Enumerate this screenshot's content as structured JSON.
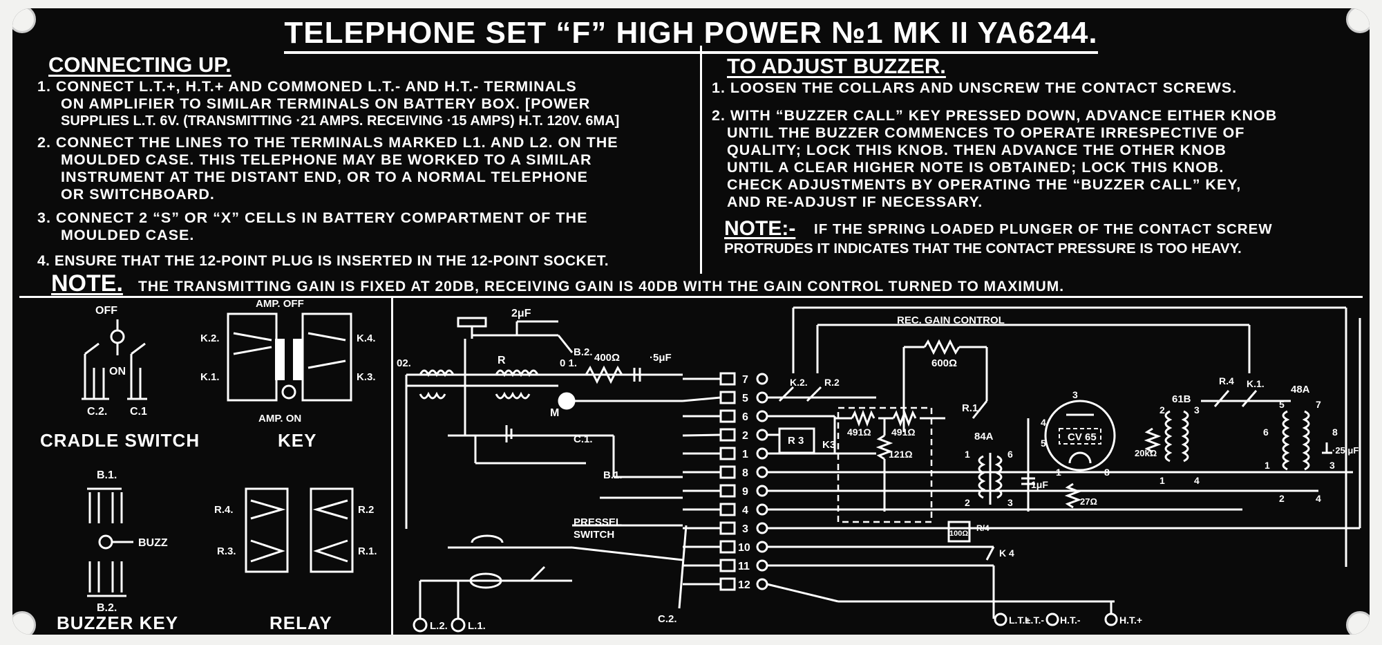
{
  "title": "TELEPHONE SET “F” HIGH POWER №1 MK II YA6244.",
  "connecting": {
    "heading": "CONNECTING UP.",
    "lines": [
      "1. CONNECT L.T.+, H.T.+ AND COMMONED L.T.- AND H.T.- TERMINALS",
      "ON AMPLIFIER TO SIMILAR TERMINALS ON BATTERY BOX. [POWER",
      "SUPPLIES L.T. 6V. (TRANSMITTING ·21 AMPS. RECEIVING ·15 AMPS) H.T. 120V. 6mA]",
      "2. CONNECT THE LINES TO THE TERMINALS MARKED L1. AND L2. ON THE",
      "MOULDED CASE. THIS TELEPHONE MAY BE WORKED TO A SIMILAR",
      "INSTRUMENT AT THE DISTANT END, OR TO A NORMAL TELEPHONE",
      "OR SWITCHBOARD.",
      "3. CONNECT 2 “S” OR “X” CELLS IN BATTERY COMPARTMENT OF THE",
      "MOULDED CASE.",
      "4. ENSURE THAT THE 12-POINT PLUG IS INSERTED IN THE 12-POINT SOCKET."
    ]
  },
  "buzzer": {
    "heading": "TO ADJUST BUZZER.",
    "lines": [
      "1. LOOSEN THE COLLARS AND UNSCREW THE CONTACT SCREWS.",
      "2. WITH “BUZZER CALL” KEY PRESSED DOWN, ADVANCE EITHER KNOB",
      "UNTIL THE BUZZER COMMENCES TO OPERATE IRRESPECTIVE OF",
      "QUALITY; LOCK THIS KNOB. THEN ADVANCE THE OTHER KNOB",
      "UNTIL A CLEAR HIGHER NOTE IS OBTAINED; LOCK THIS KNOB.",
      "CHECK ADJUSTMENTS BY OPERATING THE “BUZZER CALL” KEY,",
      "AND RE-ADJUST IF NECESSARY."
    ],
    "note_head": "NOTE:-",
    "note_lines": [
      "IF THE SPRING LOADED PLUNGER OF THE CONTACT SCREW",
      "PROTRUDES IT INDICATES THAT THE CONTACT PRESSURE IS TOO HEAVY."
    ]
  },
  "note": {
    "head": "NOTE.",
    "text": "THE TRANSMITTING GAIN IS FIXED AT 20db, RECEIVING GAIN IS 40db WITH THE GAIN CONTROL TURNED TO MAXIMUM."
  },
  "diagrams": {
    "cradle_switch": "CRADLE SWITCH",
    "key": "KEY",
    "buzzer_key": "BUZZER KEY",
    "relay": "RELAY",
    "off": "OFF",
    "on": "ON",
    "c2": "C.2.",
    "c1": "C.1",
    "amp_off": "AMP. OFF",
    "amp_on": "AMP. ON",
    "k1": "K.1.",
    "k2": "K.2.",
    "k3": "K.3.",
    "k4": "K.4.",
    "b1": "B.1.",
    "b2": "B.2.",
    "buzz": "BUZZ",
    "r1": "R.1.",
    "r2": "R.2",
    "r3": "R.3.",
    "r4": "R.4."
  },
  "schematic": {
    "labels": {
      "cap2uf": "2μF",
      "b2": "B.2.",
      "o2": "02.",
      "r": "R",
      "o1": "0 1.",
      "res400": "400Ω",
      "cap5uf": "·5μF",
      "m": "M",
      "c1": "C.1.",
      "b1": "B.1.",
      "pressel": "PRESSEL",
      "switch": "SWITCH",
      "l2": "L.2.",
      "l1": "L.1.",
      "c2": "C.2.",
      "rec_gain": "REC. GAIN CONTROL",
      "res600": "600Ω",
      "k2": "K.2.",
      "r2": "R.2",
      "r3": "R 3",
      "k3": "K3",
      "res491a": "491Ω",
      "res491b": "491Ω",
      "res121": "121Ω",
      "r1": "R.1.",
      "t84a": "84A",
      "cap1uf": "1μF",
      "cv65": "CV 65",
      "res27": "27Ω",
      "res20k": "20kΩ",
      "t61b": "61B",
      "r4": "R.4",
      "k1": "K.1.",
      "t48a": "48A",
      "cap25uf": "·25 μF",
      "res100": "100Ω",
      "r4b": "R/4",
      "k4": "K 4",
      "lt_plus": "L.T.+",
      "lt_minus": "L.T.-",
      "ht_minus": "H.T.-",
      "ht_plus": "H.T.+"
    },
    "pins": [
      "7",
      "5",
      "6",
      "2",
      "1",
      "8",
      "9",
      "4",
      "3",
      "10",
      "11",
      "12"
    ],
    "tube_pins": [
      "3",
      "4",
      "5",
      "1",
      "8"
    ],
    "t84_pins": [
      "1",
      "6",
      "2",
      "3"
    ],
    "t61_pins": [
      "2",
      "3",
      "1",
      "4"
    ],
    "t48_pins": [
      "5",
      "7",
      "6",
      "1",
      "2",
      "4",
      "8",
      "3"
    ]
  }
}
